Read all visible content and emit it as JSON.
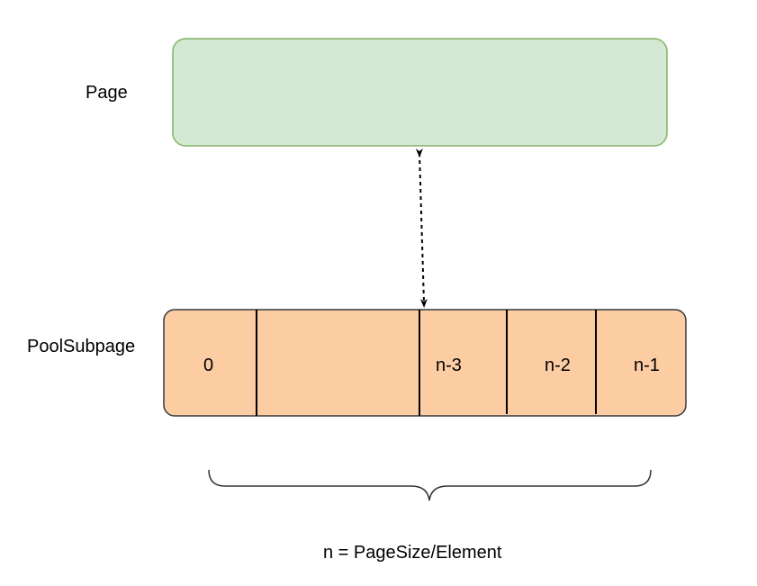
{
  "labels": {
    "page": "Page",
    "pool_subpage": "PoolSubpage",
    "formula": "n = PageSize/Element"
  },
  "cells": [
    "0",
    "",
    "n-3",
    "n-2",
    "n-1"
  ],
  "colors": {
    "page_fill": "#d5e8d4",
    "page_stroke": "#82b366",
    "subpage_fill": "#fccca3",
    "subpage_stroke": "#36393d",
    "arrow": "#000000",
    "brace": "#333333"
  }
}
